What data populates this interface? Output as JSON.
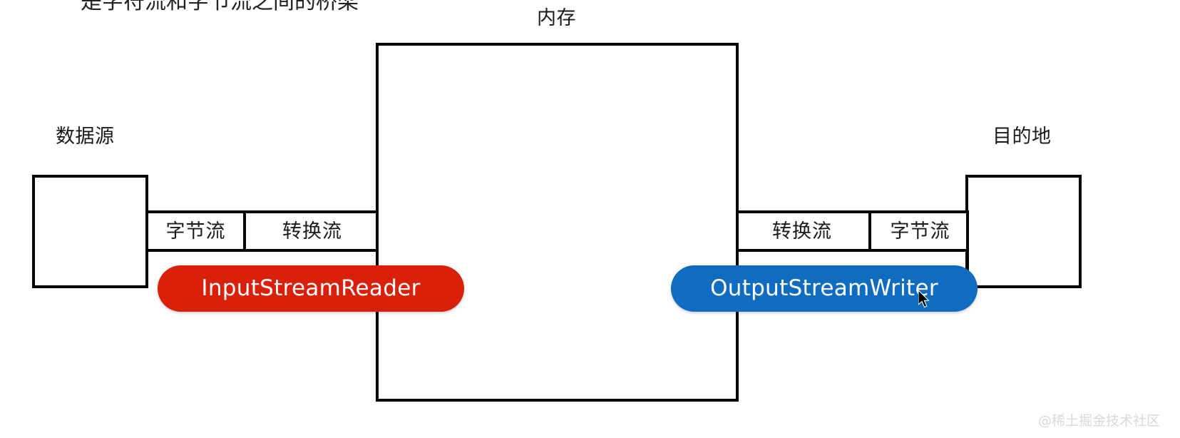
{
  "diagram": {
    "headline": "是字符流和字节流之间的桥梁",
    "memory_label": "内存",
    "source_label": "数据源",
    "destination_label": "目的地",
    "left_chain": {
      "cells": [
        {
          "label": "字节流"
        },
        {
          "label": "转换流"
        }
      ],
      "pill": {
        "label": "InputStreamReader",
        "color": "#d8200a"
      }
    },
    "right_chain": {
      "cells": [
        {
          "label": "转换流"
        },
        {
          "label": "字节流"
        }
      ],
      "pill": {
        "label": "OutputStreamWriter",
        "color": "#0f6cc0"
      }
    },
    "watermark": "@稀土掘金技术社区",
    "stroke_color": "#000000",
    "text_color": "#1a1a1a"
  }
}
